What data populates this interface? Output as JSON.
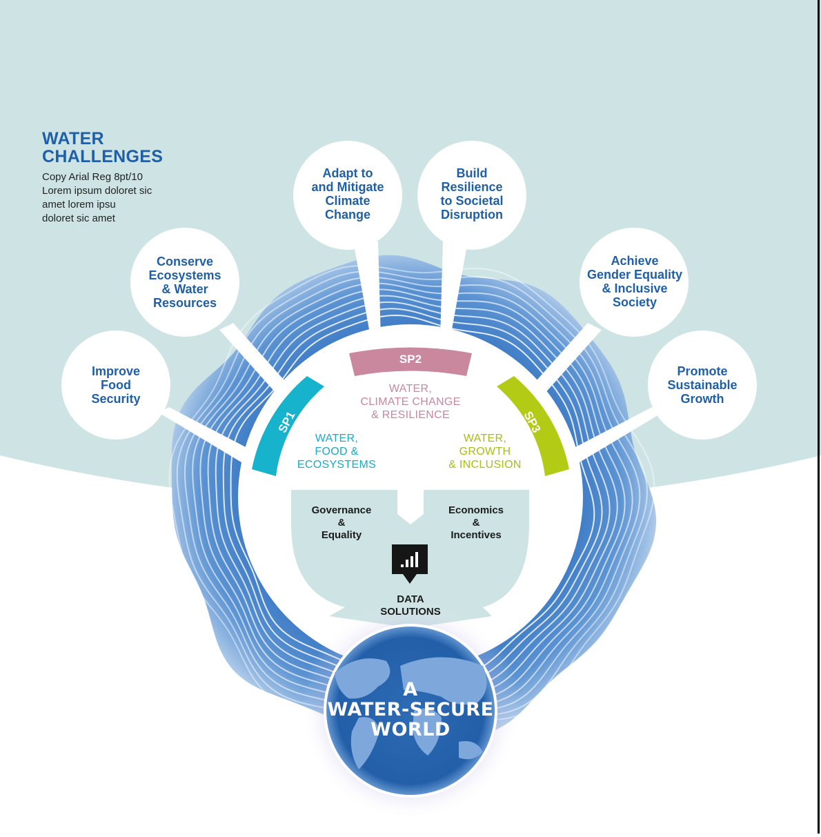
{
  "colors": {
    "background_band": "#cde3e4",
    "brand_blue": "#1f5fa8",
    "sp1": "#17b3cc",
    "sp2": "#c9889e",
    "sp3": "#b3cb14",
    "wave_blue": "#3b7cc6",
    "globe": "#2f6db5"
  },
  "header": {
    "title_line1": "WATER",
    "title_line2": "CHALLENGES",
    "copy_lines": [
      "Copy Arial Reg 8pt/10",
      "Lorem ipsum doloret sic",
      "amet lorem ipsu",
      "doloret sic amet"
    ]
  },
  "challenges": [
    {
      "icon": "food-icon",
      "lines": [
        "Improve",
        "Food",
        "Security"
      ]
    },
    {
      "icon": "ecosystem-icon",
      "lines": [
        "Conserve",
        "Ecosystems",
        "& Water",
        "Resources"
      ]
    },
    {
      "icon": "climate-icon",
      "lines": [
        "Adapt to",
        "and Mitigate",
        "Climate",
        "Change"
      ]
    },
    {
      "icon": "resilience-icon",
      "lines": [
        "Build",
        "Resilience",
        "to Societal",
        "Disruption"
      ]
    },
    {
      "icon": "equality-icon",
      "lines": [
        "Achieve",
        "Gender Equality",
        "& Inclusive",
        "Society"
      ]
    },
    {
      "icon": "growth-icon",
      "lines": [
        "Promote",
        "Sustainable",
        "Growth"
      ]
    }
  ],
  "programs": [
    {
      "tag": "SP1",
      "lines": [
        "WATER,",
        "FOOD &",
        "ECOSYSTEMS"
      ]
    },
    {
      "tag": "SP2",
      "lines": [
        "WATER,",
        "CLIMATE CHANGE",
        "& RESILIENCE"
      ]
    },
    {
      "tag": "SP3",
      "lines": [
        "WATER,",
        "GROWTH",
        "& INCLUSION"
      ]
    }
  ],
  "enablers": {
    "left": [
      "Governance",
      "&",
      "Equality"
    ],
    "right": [
      "Economics",
      "&",
      "Incentives"
    ],
    "data_icon": "bar-chart-icon",
    "data_lines": [
      "DATA",
      "SOLUTIONS"
    ]
  },
  "outcome": {
    "lines": [
      "A",
      "WATER-SECURE",
      "WORLD"
    ],
    "icon": "globe-icon"
  }
}
